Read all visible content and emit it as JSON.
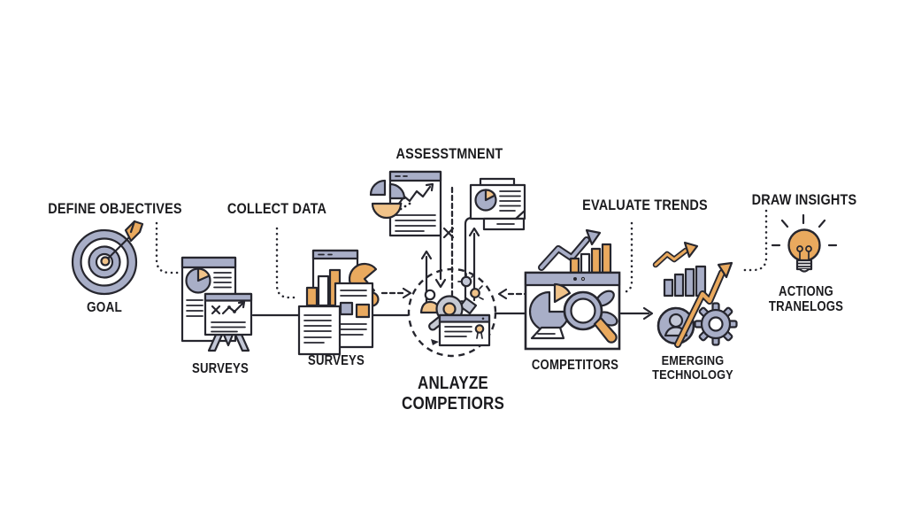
{
  "background": "#ffffff",
  "palette": {
    "outline": "#26262e",
    "blue_gray": "#a8aec7",
    "blue_gray_light": "#c3c7d6",
    "gray": "#c6c9d3",
    "orange": "#e9a95e",
    "tan": "#f1c389",
    "text": "#1b1b1e"
  },
  "diagram_type": "process-flow-infographic",
  "steps": {
    "define_objectives": {
      "title": "DEFINE OBJECTIVES",
      "caption": "GOAL",
      "icon": "target-arrow-icon"
    },
    "collect_data": {
      "title": "COLLECT DATA",
      "caption_first": "SURVEYS",
      "caption_second": "SURVEYS"
    },
    "assessment": {
      "title": "ASSESSTMNENT"
    },
    "analyze_competitors": {
      "caption_line1": "ANLAYZE",
      "caption_line2": "COMPETIORS"
    },
    "evaluate_trends": {
      "title": "EVALUATE TRENDS",
      "caption": "COMPETITORS"
    },
    "emerging_technology": {
      "caption_line1": "EMERGING",
      "caption_line2": "TECHNOLOGY"
    },
    "draw_insights": {
      "title": "DRAW INSIGHTS",
      "caption_line1": "ACTIONG",
      "caption_line2": "TRANELOGS"
    }
  }
}
